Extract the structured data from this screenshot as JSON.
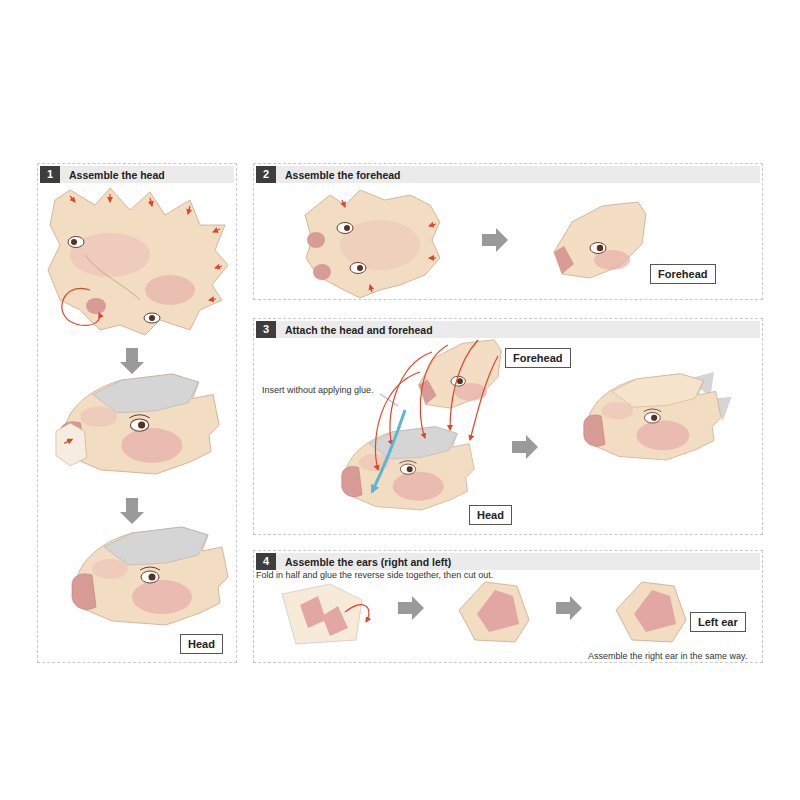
{
  "diagram": {
    "nodes": [
      {
        "text": [
          "1",
          "Assemble the head"
        ]
      },
      {
        "text": [
          "Head"
        ],
        "in": 0
      },
      {
        "text": [
          "2",
          "Assemble the forehead"
        ]
      },
      {
        "text": [
          "Forehead"
        ],
        "in": 2
      },
      {
        "text": [
          "3",
          "Attach the head and forehead"
        ]
      },
      {
        "text": [
          "Forehead"
        ],
        "in": 4
      },
      {
        "text": [
          "Head"
        ],
        "in": 4
      },
      {
        "text": [
          "4",
          "Assemble the ears (right and left)"
        ]
      },
      {
        "text": [
          "Left ear"
        ],
        "in": 7
      }
    ],
    "labels": [
      "Insert without applying glue.",
      "Fold in half and glue the reverse side together, then cut out.",
      "Assemble the right ear in the same way."
    ]
  }
}
